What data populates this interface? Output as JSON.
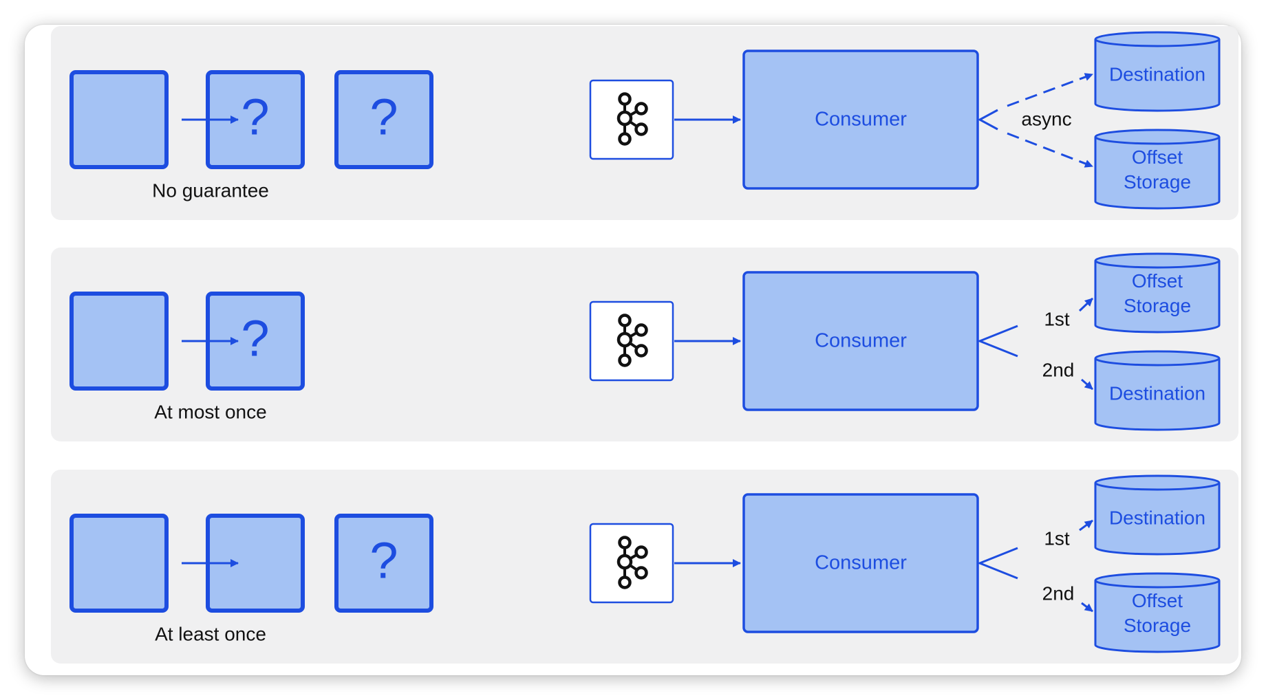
{
  "colors": {
    "box_fill": "#a4c2f4",
    "box_stroke": "#1d4de0",
    "arrow": "#1d4de0",
    "panel": "#f0f0f1",
    "label": "#111111",
    "node_text": "#1d4de0"
  },
  "kafka_icon": "kafka-icon",
  "rows": [
    {
      "caption": "No guarantee",
      "boxes": [
        "",
        "?",
        "?"
      ],
      "consumer": "Consumer",
      "edge_labels": [
        "async",
        ""
      ],
      "destinations": [
        {
          "label": "Destination"
        },
        {
          "label": "Offset Storage"
        }
      ],
      "dashed": true
    },
    {
      "caption": "At most once",
      "boxes": [
        "",
        "?"
      ],
      "consumer": "Consumer",
      "edge_labels": [
        "1st",
        "2nd"
      ],
      "destinations": [
        {
          "label": "Offset Storage"
        },
        {
          "label": "Destination"
        }
      ],
      "dashed": false
    },
    {
      "caption": "At least once",
      "boxes": [
        "",
        "",
        "?"
      ],
      "consumer": "Consumer",
      "edge_labels": [
        "1st",
        "2nd"
      ],
      "destinations": [
        {
          "label": "Destination"
        },
        {
          "label": "Offset Storage"
        }
      ],
      "dashed": false
    }
  ]
}
